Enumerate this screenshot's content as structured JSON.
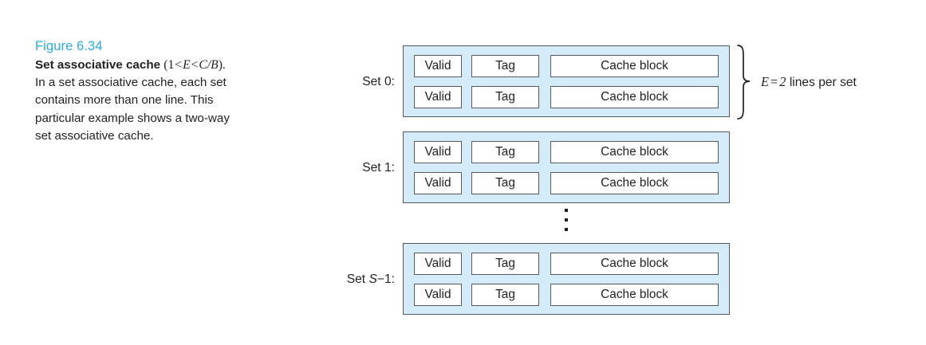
{
  "figure": {
    "number_label": "Figure 6.34",
    "title": "Set associative cache",
    "math_open_paren": "(",
    "math_one": "1",
    "math_lt1": "<",
    "math_E": "E",
    "math_lt2": "<",
    "math_C": "C",
    "math_slash": "/",
    "math_B": "B",
    "math_close_paren": ").",
    "body_text": "In a set associative cache, each set contains more than one line. This particular example shows a two-way set associative cache."
  },
  "diagram": {
    "sets": [
      {
        "label_prefix": "Set ",
        "label_index": "0",
        "label_italic": "",
        "label_suffix": ":",
        "lines": [
          {
            "valid": "Valid",
            "tag": "Tag",
            "block": "Cache block"
          },
          {
            "valid": "Valid",
            "tag": "Tag",
            "block": "Cache block"
          }
        ]
      },
      {
        "label_prefix": "Set ",
        "label_index": "1",
        "label_italic": "",
        "label_suffix": ":",
        "lines": [
          {
            "valid": "Valid",
            "tag": "Tag",
            "block": "Cache block"
          },
          {
            "valid": "Valid",
            "tag": "Tag",
            "block": "Cache block"
          }
        ]
      },
      {
        "label_prefix": "Set ",
        "label_index": "−1",
        "label_italic": "S",
        "label_suffix": ":",
        "lines": [
          {
            "valid": "Valid",
            "tag": "Tag",
            "block": "Cache block"
          },
          {
            "valid": "Valid",
            "tag": "Tag",
            "block": "Cache block"
          }
        ]
      }
    ],
    "ellipsis": "⋮",
    "annotation": {
      "symbol": "E",
      "equals": "=",
      "value": "2",
      "text": "lines per set"
    }
  },
  "colors": {
    "figure_number": "#29abe2",
    "set_fill": "#d4ecf9",
    "border": "#58595b",
    "text": "#231f20",
    "cell_fill": "#ffffff"
  }
}
